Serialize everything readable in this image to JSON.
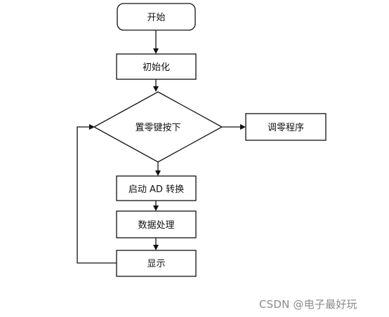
{
  "flowchart": {
    "start": "开始",
    "init": "初始化",
    "decision": "置零键按下",
    "zero_program": "调零程序",
    "start_ad": "启动 AD 转换",
    "process": "数据处理",
    "display": "显示"
  },
  "watermark": "CSDN @电子最好玩"
}
